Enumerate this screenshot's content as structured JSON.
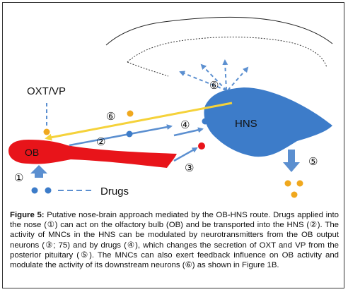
{
  "diagram": {
    "labels": {
      "oxt_vp": "OXT/VP",
      "ob": "OB",
      "hns": "HNS",
      "drugs": "Drugs"
    },
    "markers": {
      "m1": "①",
      "m2": "②",
      "m3": "③",
      "m4": "④",
      "m5": "⑤",
      "m6_top": "⑥",
      "m6_left": "⑥"
    },
    "colors": {
      "ob_red": "#e8141a",
      "hns_blue": "#3d7cc9",
      "arrow_blue": "#5b8fd0",
      "arrow_yellow": "#f5d23a",
      "dot_yellow": "#f0a81e"
    }
  },
  "caption": {
    "label": "Figure 5:",
    "text": " Putative nose-brain approach mediated by the OB-HNS route. Drugs applied into the nose (①) can act on the olfactory bulb (OB) and be transported into the HNS (②). The activity of MNCs in the HNS can be modulated by neurotransmitters from the OB output neurons (③; 75) and by drugs (④), which changes the secretion of OXT and VP from the posterior pituitary (⑤). The MNCs can also exert feedback influence on OB activity and modulate the activity of its downstream neurons (⑥) as shown in Figure 1B."
  }
}
